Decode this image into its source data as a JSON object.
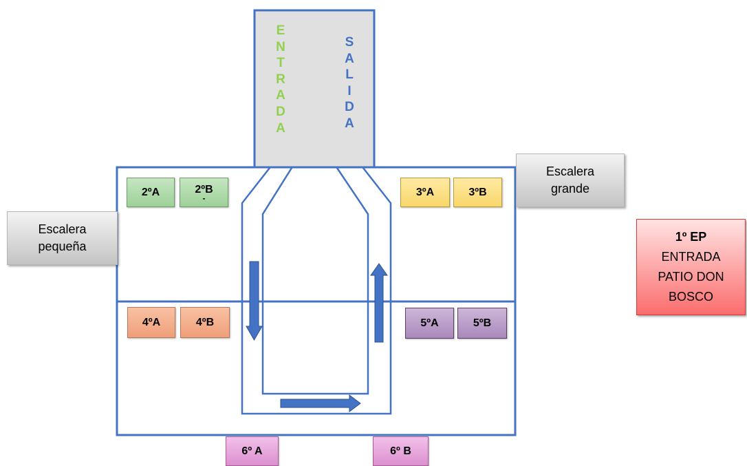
{
  "entrance": {
    "entrada_letters": [
      "E",
      "N",
      "T",
      "R",
      "A",
      "D",
      "A"
    ],
    "salida_letters": [
      "S",
      "A",
      "L",
      "I",
      "D",
      "A"
    ]
  },
  "stairs": {
    "small": {
      "line1": "Escalera",
      "line2": "pequeña"
    },
    "big": {
      "line1": "Escalera",
      "line2": "grande"
    }
  },
  "classes": {
    "c2a": "2ºA",
    "c2b": "2ºB",
    "c2b_mark": "-",
    "c3a": "3ºA",
    "c3b": "3ºB",
    "c4a": "4ºA",
    "c4b": "4ºB",
    "c5a": "5ºA",
    "c5b": "5ºB",
    "c6a": "6º A",
    "c6b": "6º B"
  },
  "ep_note": {
    "title": "1º EP",
    "line1": "ENTRADA",
    "line2": "PATIO DON",
    "line3": "BOSCO"
  },
  "colors": {
    "outline": "#4472c4",
    "arrow_fill": "#4472c4",
    "entrada_text": "#92d050",
    "salida_text": "#4472c4",
    "entrance_fill": "#e0e0e0"
  }
}
